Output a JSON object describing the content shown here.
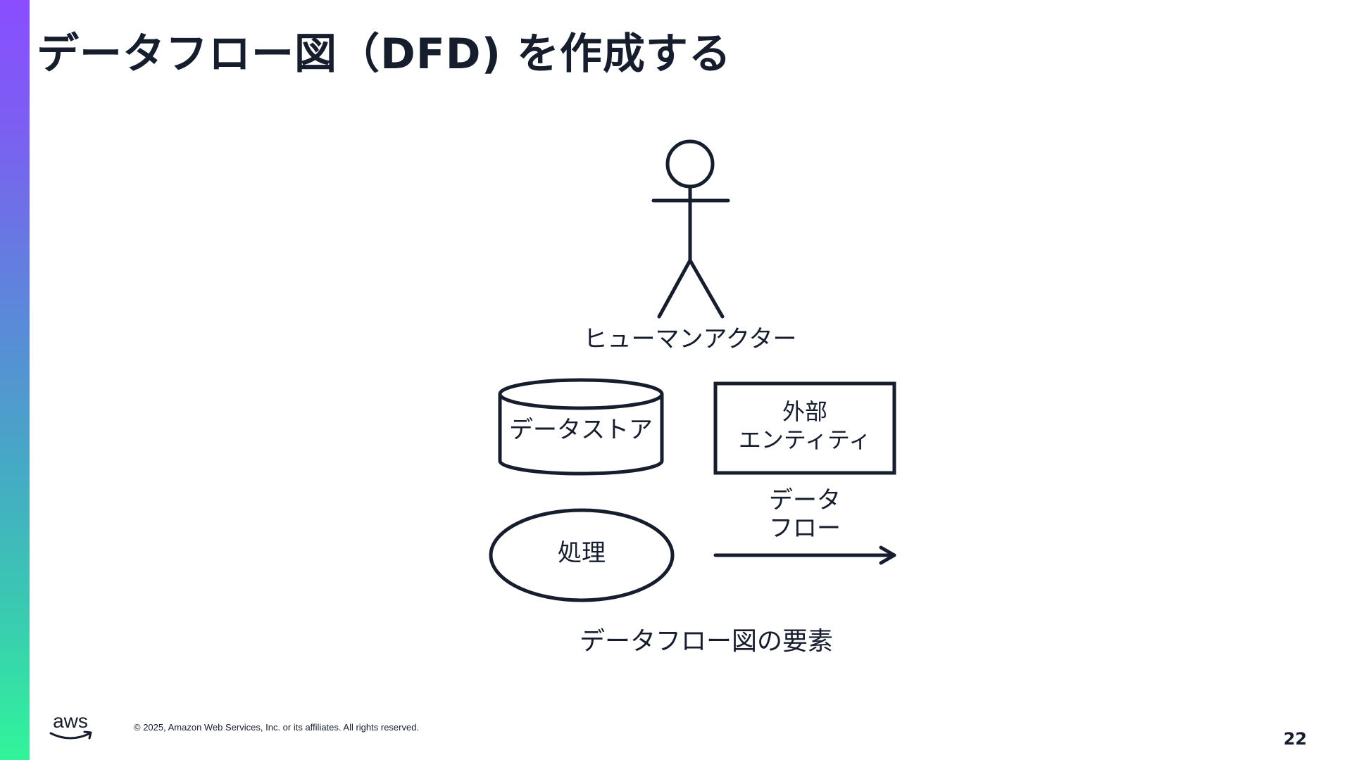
{
  "slide": {
    "title": "データフロー図（DFD) を作成する",
    "page_number": "22",
    "copyright": "© 2025, Amazon Web Services, Inc. or its affiliates. All rights reserved.",
    "logo_text": "aws"
  },
  "diagram": {
    "human_actor_label": "ヒューマンアクター",
    "data_store_label": "データストア",
    "external_entity_label_line1": "外部",
    "external_entity_label_line2": "エンティティ",
    "data_flow_label_line1": "データ",
    "data_flow_label_line2": "フロー",
    "process_label": "処理",
    "caption": "データフロー図の要素"
  },
  "colors": {
    "text": "#161d2d",
    "stroke": "#161d2d",
    "accent_top": "#8a4dff",
    "accent_bottom": "#31f59a"
  },
  "icons": [
    "stick-figure-icon",
    "cylinder-icon",
    "rectangle-icon",
    "ellipse-icon",
    "arrow-right-icon",
    "aws-logo-icon"
  ]
}
